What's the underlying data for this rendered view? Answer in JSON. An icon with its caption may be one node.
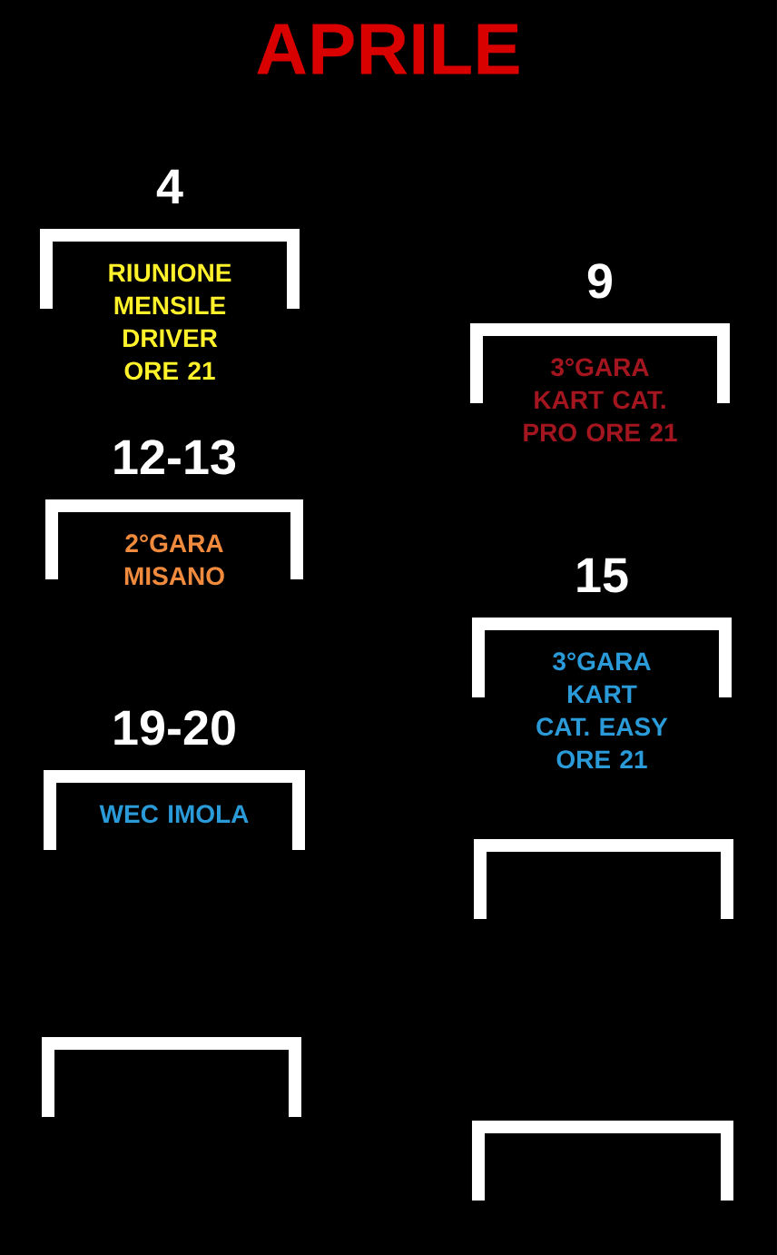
{
  "diagram": {
    "title": "APRILE",
    "nodes": [
      {
        "text": [
          "4",
          "RIUNIONE MENSILE DRIVER ORE 21"
        ]
      },
      {
        "text": [
          "9",
          "3°GARA KART CAT. PRO ORE 21"
        ]
      },
      {
        "text": [
          "12-13",
          "2°GARA MISANO"
        ]
      },
      {
        "text": [
          "15",
          "3°GARA KART CAT. EASY ORE 21"
        ]
      },
      {
        "text": [
          "19-20",
          "WEC IMOLA"
        ]
      },
      {
        "text": [],
        "shape": "bracket"
      },
      {
        "text": [],
        "shape": "bracket"
      },
      {
        "text": [],
        "shape": "bracket"
      }
    ]
  }
}
